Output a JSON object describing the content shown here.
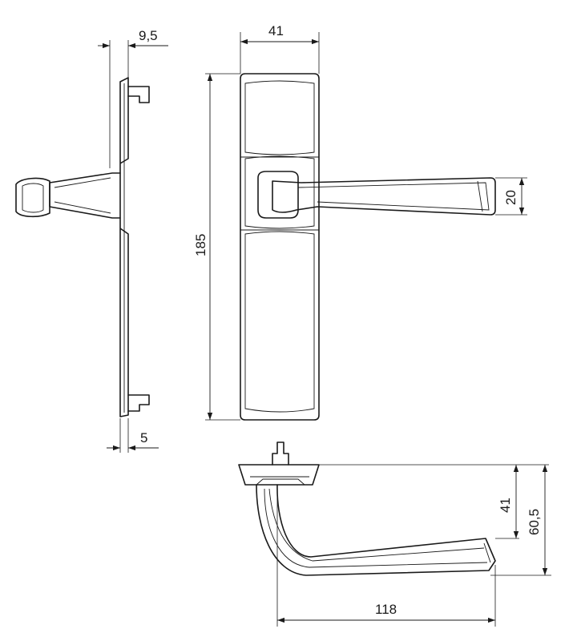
{
  "dimensions": {
    "side_plate_thickness": "9,5",
    "rose_thickness": "5",
    "plate_width": "41",
    "plate_height": "185",
    "lever_grip_height": "20",
    "lever_drop": "41",
    "total_height": "60,5",
    "lever_length": "118"
  }
}
